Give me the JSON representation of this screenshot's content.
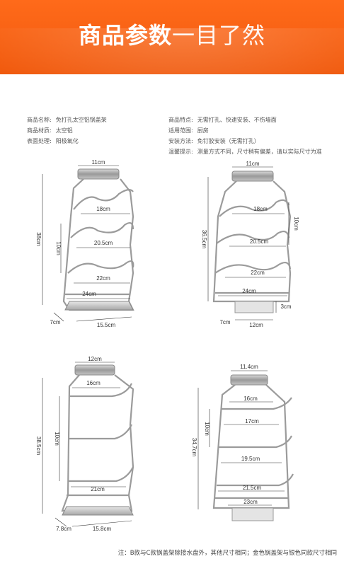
{
  "banner": {
    "title_bold": "商品参数",
    "title_light": "一目了然"
  },
  "specs_left": [
    {
      "key": "商品名称:",
      "value": "免打孔太空铝锅盖架"
    },
    {
      "key": "商品材质:",
      "value": "太空铝"
    },
    {
      "key": "表面处理:",
      "value": "阳极氧化"
    }
  ],
  "specs_right": [
    {
      "key": "商品特点:",
      "value": "无需打孔、快速安装、不伤墙面"
    },
    {
      "key": "适用范围:",
      "value": "厨房"
    },
    {
      "key": "安装方法:",
      "value": "免钉胶安装（无需打孔）"
    },
    {
      "key": "温馨提示:",
      "value": "测量方式不同，尺寸稍有偏差，请以实际尺寸为准"
    }
  ],
  "figures": {
    "a": {
      "top": "11cm",
      "height": "38cm",
      "gap": "10cm",
      "rack1": "18cm",
      "rack2": "20.5cm",
      "rack3": "22cm",
      "bottom": "24cm",
      "depth": "7cm",
      "tray": "15.5cm"
    },
    "b": {
      "top": "11cm",
      "height": "36.5cm",
      "gap": "10cm",
      "rack1": "18cm",
      "rack2": "20.5cm",
      "rack3": "22cm",
      "bottom": "24cm",
      "depth": "7cm",
      "tray": "12cm",
      "tray_h": "3cm"
    },
    "c": {
      "top": "12cm",
      "height": "38.5cm",
      "gap": "10cm",
      "rack1": "16cm",
      "bottom": "21cm",
      "depth": "7.8cm",
      "tray": "15.8cm"
    },
    "d": {
      "top": "11.4cm",
      "height": "34.7cm",
      "gap": "10cm",
      "rack1": "16cm",
      "rack2": "17cm",
      "rack3": "19.5cm",
      "rack4": "21.5cm",
      "tray": "23cm"
    }
  },
  "note": "注：B款与C款锅盖架除接水盘外，其他尺寸相同；金色锅盖架与银色同款尺寸相同"
}
